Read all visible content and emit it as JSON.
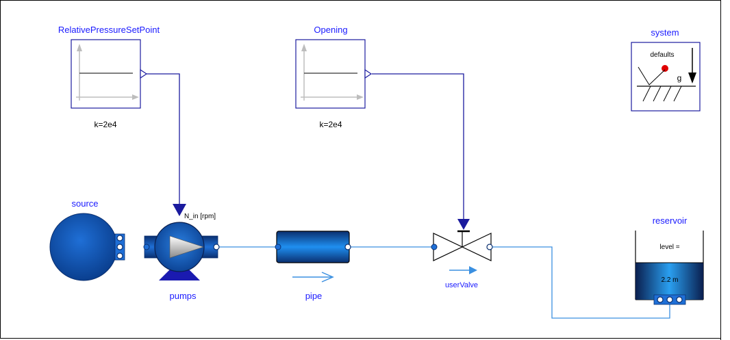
{
  "components": {
    "relative_pressure": {
      "name": "RelativePressureSetPoint",
      "param": "k=2e4"
    },
    "opening": {
      "name": "Opening",
      "param": "k=2e4"
    },
    "system": {
      "name": "system",
      "defaults": "defaults",
      "g": "g"
    },
    "source": {
      "name": "source"
    },
    "pumps": {
      "name": "pumps",
      "input_label": "N_in [rpm]"
    },
    "pipe": {
      "name": "pipe"
    },
    "user_valve": {
      "name": "userValve"
    },
    "reservoir": {
      "name": "reservoir",
      "level_label": "level =",
      "level_value": "2.2 m"
    }
  },
  "colors": {
    "connector_blue": "#1f7fe0",
    "signal_navy": "#1a1a9e",
    "label_blue": "#1a1aff"
  }
}
